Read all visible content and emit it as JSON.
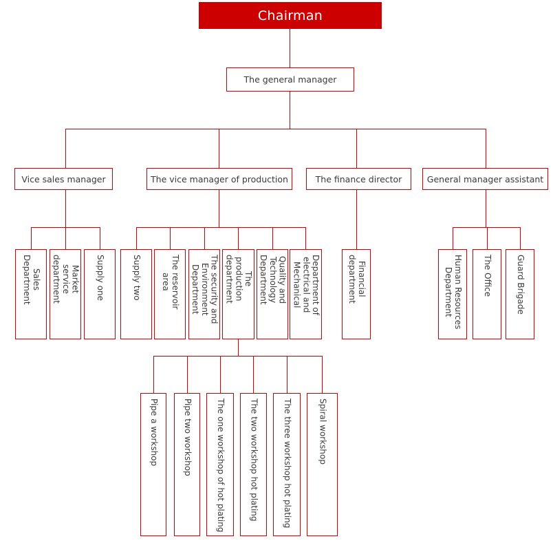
{
  "colors": {
    "accent": "#CC0000",
    "text": "#3A3A3A",
    "root_bg": "#CC0000",
    "root_text": "#FFFFFF"
  },
  "nodes": {
    "chairman": "Chairman",
    "general_manager": "The general manager",
    "vice_sales": "Vice sales manager",
    "vice_production": "The vice manager of production",
    "finance_director": "The finance director",
    "gm_assistant": "General manager assistant",
    "sales_department": "Sales\nDepartment",
    "market_service": "Market\nservice\ndepartment",
    "supply_one": "Supply one",
    "supply_two": "Supply two",
    "reservoir": "The reservoir\narea",
    "security_environment": "The security and\nEnvironment\nDepartment",
    "production_department": "The\nproduction\ndepartment",
    "quality_technology": "Quality and\nTechnology\nDepartment",
    "electrical_mechanical": "Department of\nelectrical and\nMechanical",
    "financial": "Financial\ndepartment",
    "human_resources": "Human Resources\nDepartment",
    "the_office": "The Office",
    "guard_brigade": "Guard Brigade",
    "pipe_a": "Pipe a workshop",
    "pipe_two": "Pipe two workshop",
    "one_hot_plating": "The one workshop of hot plating",
    "two_hot_plating": "The two workshop hot plating",
    "three_hot_plating": "The three workshop hot plating",
    "spiral": "Spiral workshop"
  }
}
